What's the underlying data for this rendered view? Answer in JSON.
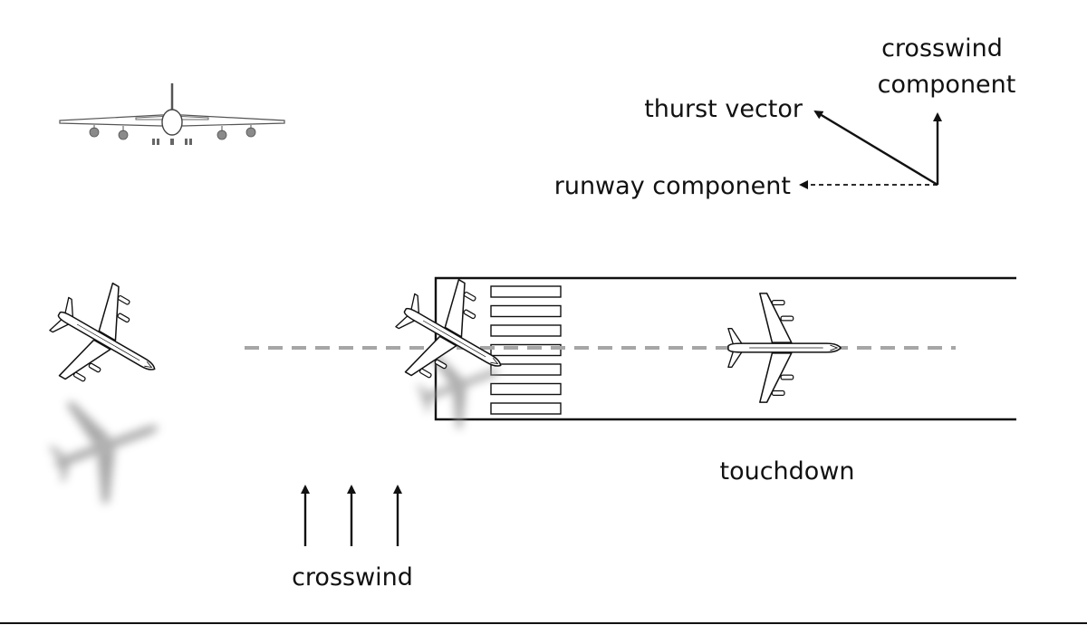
{
  "labels": {
    "crosswind_component_line1": "crosswind",
    "crosswind_component_line2": "component",
    "thrust_vector": "thurst vector",
    "runway_component": "runway component",
    "touchdown": "touchdown",
    "crosswind": "crosswind"
  },
  "colors": {
    "line": "#111111",
    "centerline": "#a6a6a6",
    "shadow": "#9a9a9a",
    "engine": "#8a8a8a",
    "aircraft_fill": "#ffffff"
  },
  "runway_markings": {
    "threshold_bars": 7
  },
  "wind_arrows": {
    "count": 3
  }
}
